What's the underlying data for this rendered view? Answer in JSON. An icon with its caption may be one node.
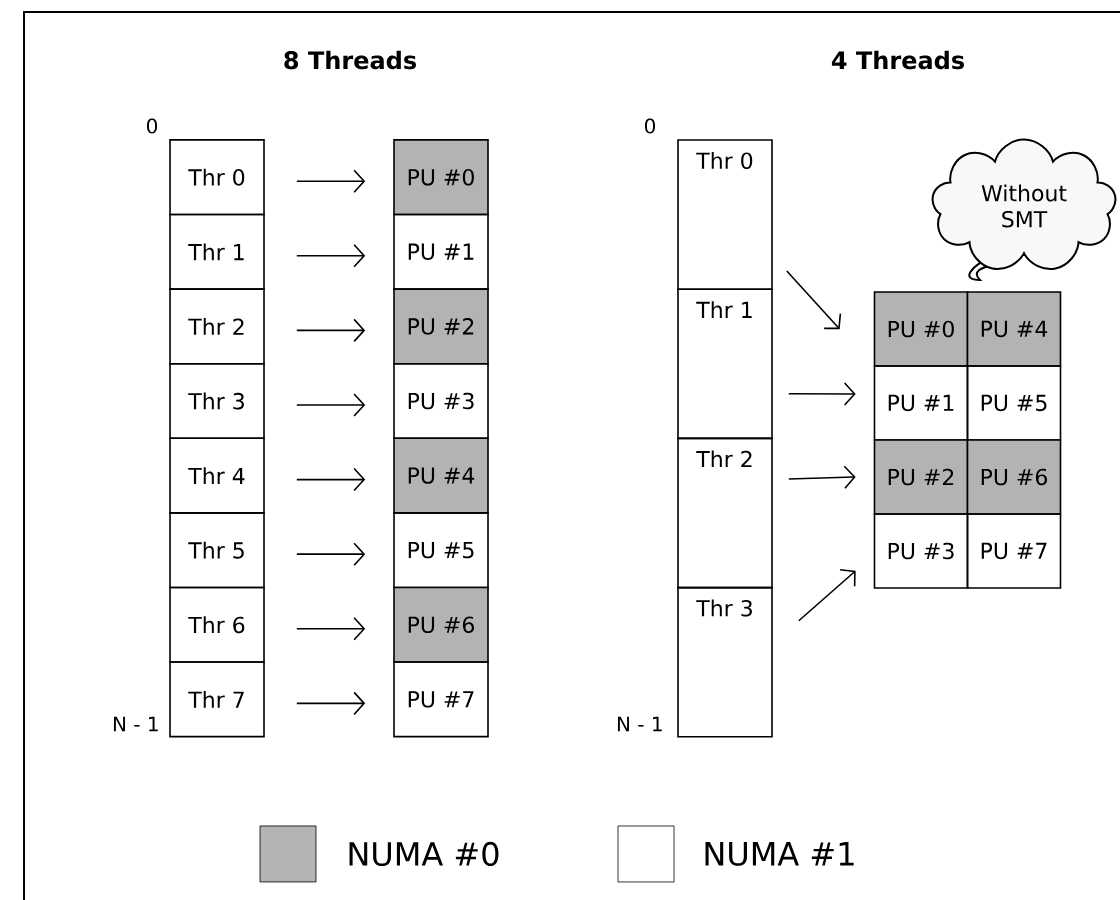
{
  "diagram": {
    "nodes": [
      {
        "text": [
          "Thr 0"
        ]
      },
      {
        "text": [
          "Thr 1"
        ]
      },
      {
        "text": [
          "Thr 2"
        ]
      },
      {
        "text": [
          "Thr 3"
        ]
      },
      {
        "text": [
          "Thr 4"
        ]
      },
      {
        "text": [
          "Thr 5"
        ]
      },
      {
        "text": [
          "Thr 6"
        ]
      },
      {
        "text": [
          "Thr 7"
        ]
      },
      {
        "text": [
          "PU #0"
        ]
      },
      {
        "text": [
          "PU #1"
        ]
      },
      {
        "text": [
          "PU #2"
        ]
      },
      {
        "text": [
          "PU #3"
        ]
      },
      {
        "text": [
          "PU #4"
        ]
      },
      {
        "text": [
          "PU #5"
        ]
      },
      {
        "text": [
          "PU #6"
        ]
      },
      {
        "text": [
          "PU #7"
        ]
      },
      {
        "text": [
          "Thr 0"
        ]
      },
      {
        "text": [
          "Thr 1"
        ]
      },
      {
        "text": [
          "Thr 2"
        ]
      },
      {
        "text": [
          "Thr 3"
        ]
      },
      {
        "text": [
          "Without SMT"
        ]
      },
      {
        "text": [
          "PU #0"
        ]
      },
      {
        "text": [
          "PU #4"
        ]
      },
      {
        "text": [
          "PU #1"
        ]
      },
      {
        "text": [
          "PU #5"
        ]
      },
      {
        "text": [
          "PU #2"
        ]
      },
      {
        "text": [
          "PU #6"
        ]
      },
      {
        "text": [
          "PU #3"
        ]
      },
      {
        "text": [
          "PU #7"
        ]
      }
    ],
    "edges": [
      {
        "from": 0,
        "to": 8,
        "arrow": "to"
      },
      {
        "from": 1,
        "to": 9,
        "arrow": "to"
      },
      {
        "from": 2,
        "to": 10,
        "arrow": "to"
      },
      {
        "from": 3,
        "to": 11,
        "arrow": "to"
      },
      {
        "from": 4,
        "to": 12,
        "arrow": "to"
      },
      {
        "from": 5,
        "to": 13,
        "arrow": "to"
      },
      {
        "from": 6,
        "to": 14,
        "arrow": "to"
      },
      {
        "from": 7,
        "to": 15,
        "arrow": "to"
      },
      {
        "from": 16,
        "to": 21,
        "arrow": "to"
      },
      {
        "from": 17,
        "to": 23,
        "arrow": "to"
      },
      {
        "from": 18,
        "to": 25,
        "arrow": "to"
      },
      {
        "from": 19,
        "to": 27,
        "arrow": "to"
      }
    ],
    "labels": [
      "8 Threads",
      "4 Threads",
      "0",
      "0",
      "N - 1",
      "N - 1"
    ],
    "legend": [
      {
        "text": "NUMA #0",
        "color": "#b3b3b3"
      },
      {
        "text": "NUMA #1"
      }
    ]
  }
}
